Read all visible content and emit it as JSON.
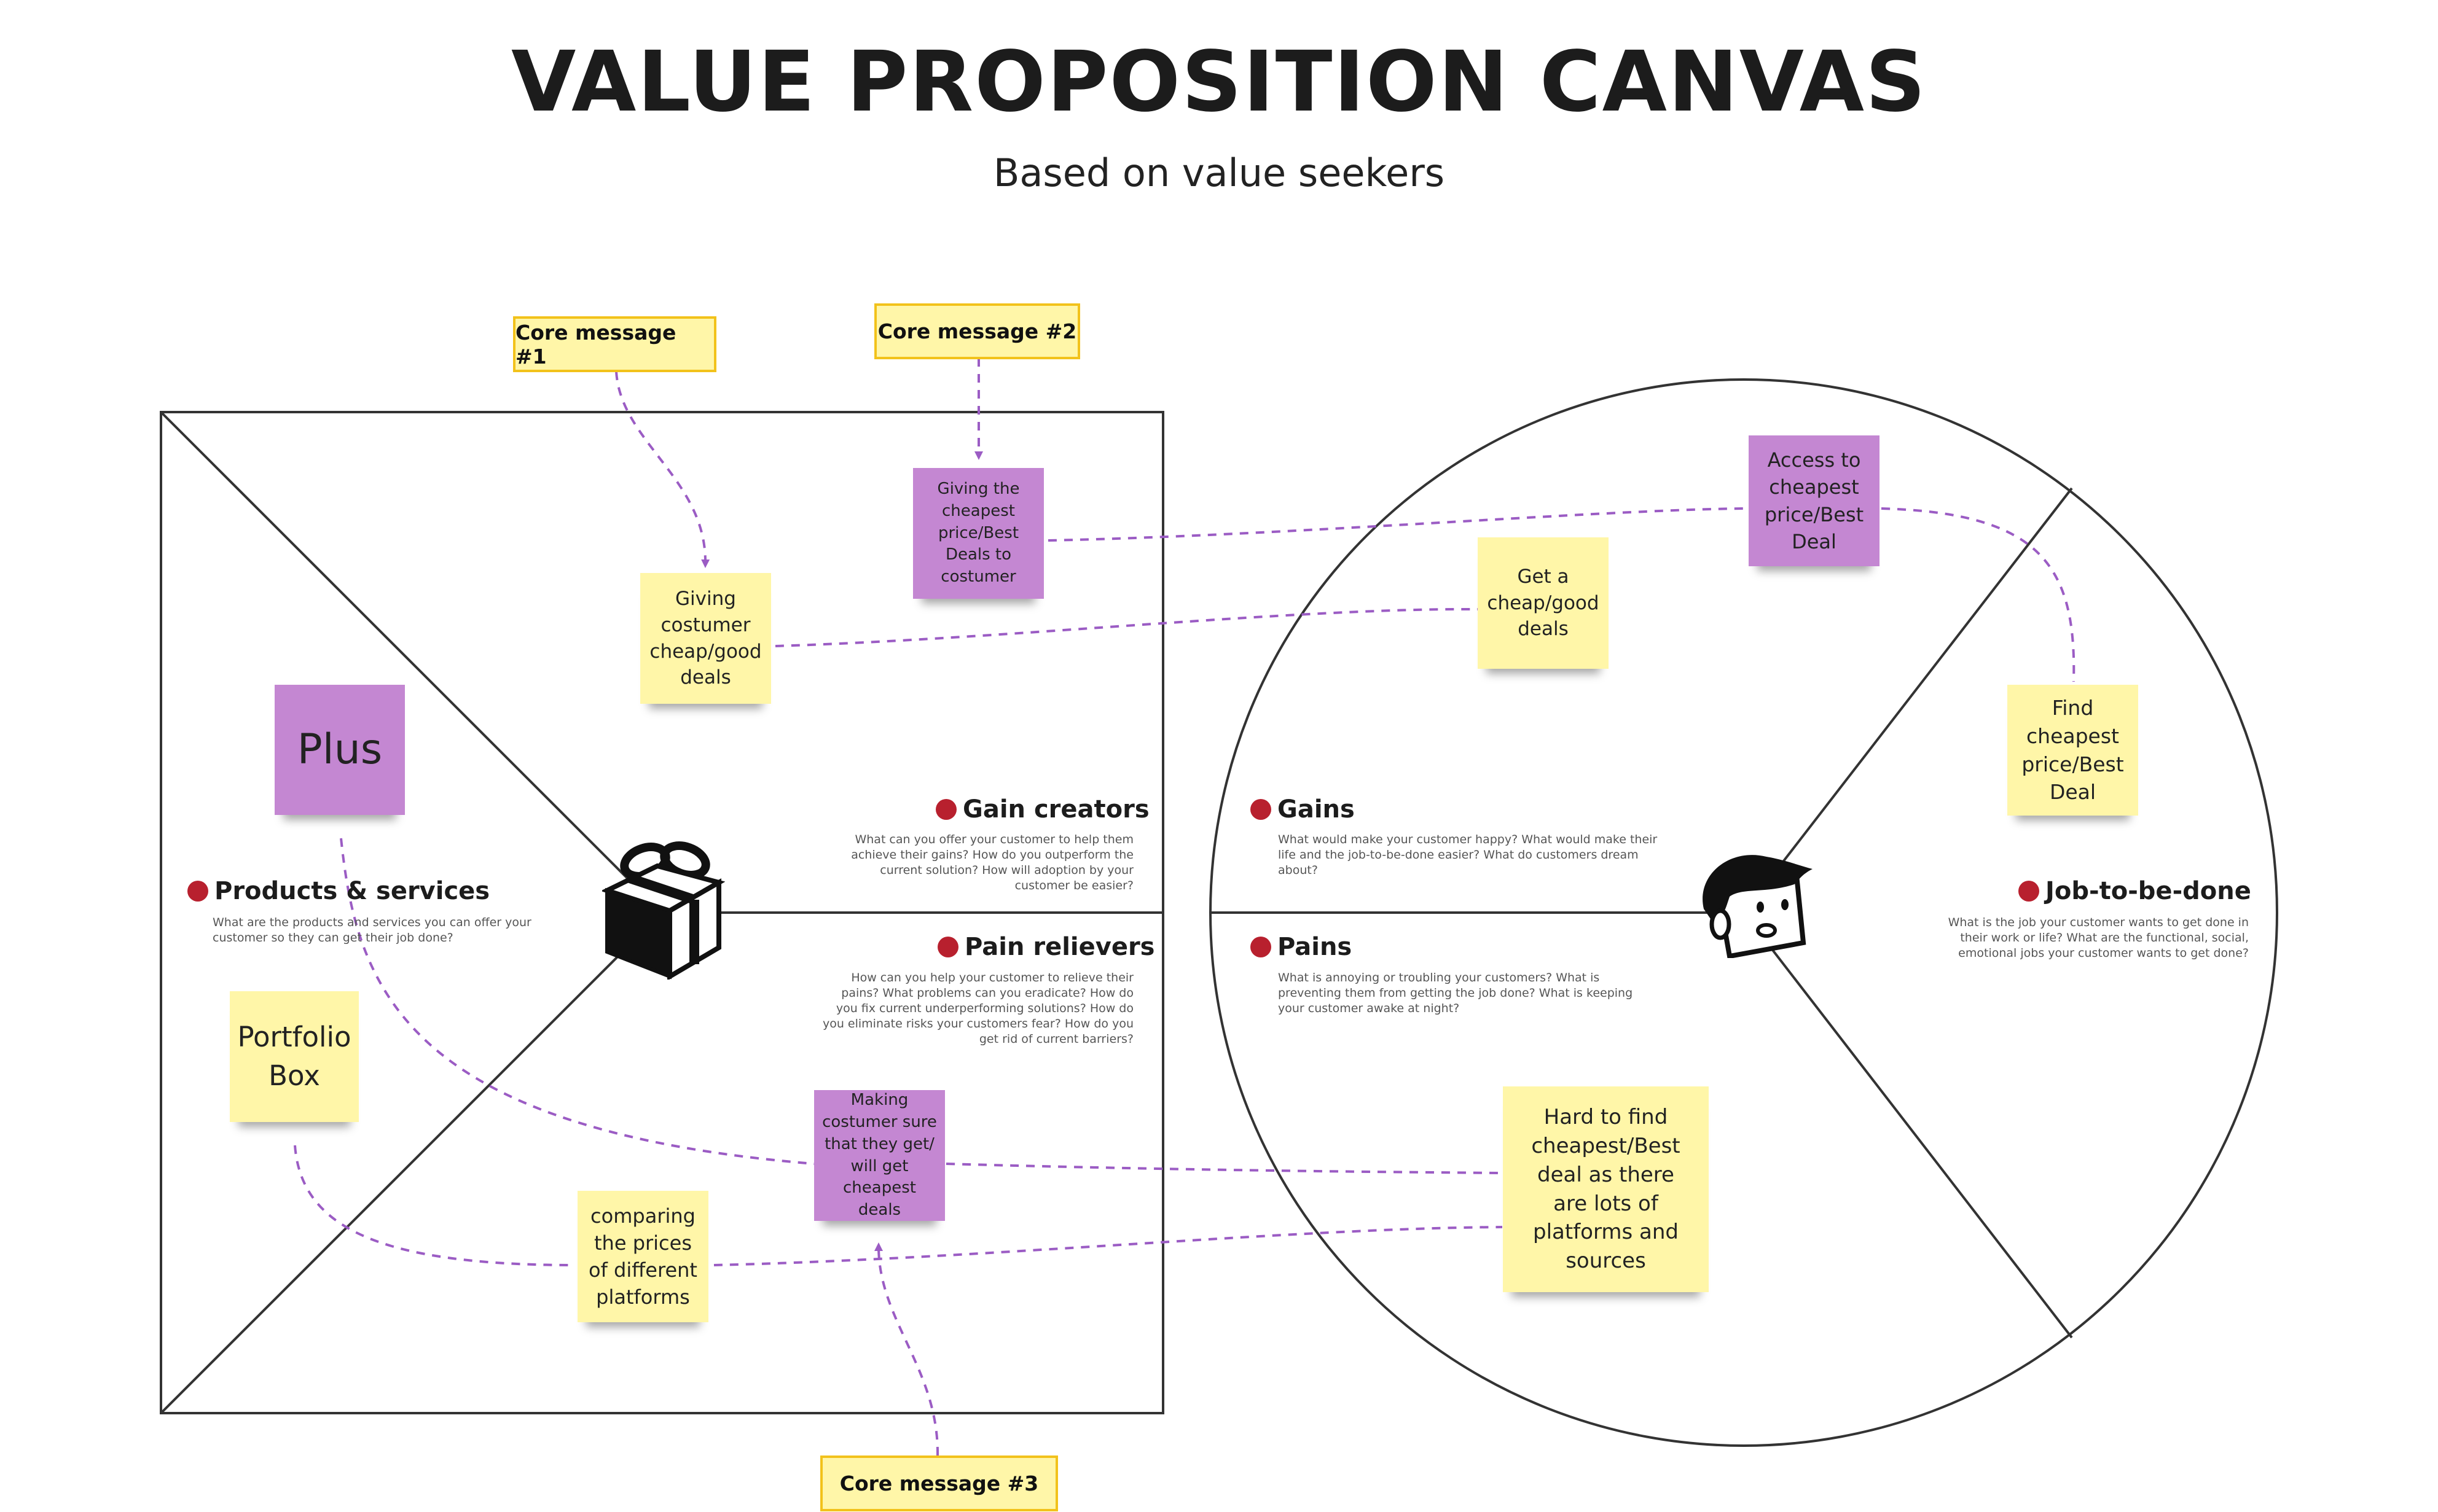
{
  "header": {
    "title": "VALUE PROPOSITION CANVAS",
    "subtitle": "Based on value seekers"
  },
  "colors": {
    "yellow_note": "#fff6a8",
    "purple_note": "#c487d2",
    "core_border": "#f2c21b",
    "connector": "#9b5cc4",
    "section_dot": "#b8202e"
  },
  "core_messages": {
    "m1": "Core message #1",
    "m2": "Core message #2",
    "m3": "Core message #3"
  },
  "sections": {
    "products": {
      "title": "Products & services",
      "desc": "What are the products and services you can offer your customer so they can get their job done?"
    },
    "gain_creators": {
      "title": "Gain creators",
      "desc": "What can you offer your customer to help them achieve their gains? How do you outperform the current solution? How will adoption by your customer be easier?"
    },
    "pain_relievers": {
      "title": "Pain relievers",
      "desc": "How can you help your customer to relieve their pains? What problems can you eradicate? How do you fix current underperforming solutions? How do you eliminate risks your customers fear? How do you get rid of current barriers?"
    },
    "gains": {
      "title": "Gains",
      "desc": "What would make your customer happy? What would make their life and the job-to-be-done easier? What do customers dream about?"
    },
    "pains": {
      "title": "Pains",
      "desc": "What is annoying or troubling your customers? What is preventing them from getting the job done? What is keeping your customer awake at night?"
    },
    "job": {
      "title": "Job-to-be-done",
      "desc": "What is the job your customer wants to get done in their work or life? What are the functional, social, emotional jobs your customer wants to get done?"
    }
  },
  "notes": {
    "plus": "Plus",
    "portfolio": "Portfolio Box",
    "giving_costumer": "Giving costumer cheap/good deals",
    "giving_cheapest": "Giving the cheapest price/Best Deals to costumer",
    "comparing": "comparing the prices of different platforms",
    "making_sure": "Making costumer sure that they get/ will get cheapest deals",
    "get_cheap": "Get a cheap/good deals",
    "access": "Access to cheapest price/Best Deal",
    "find": "Find cheapest price/Best Deal",
    "hard_find": "Hard to find cheapest/Best deal as there are lots of platforms and sources"
  },
  "icons": {
    "gift": "gift-box-icon",
    "customer": "customer-face-icon"
  }
}
